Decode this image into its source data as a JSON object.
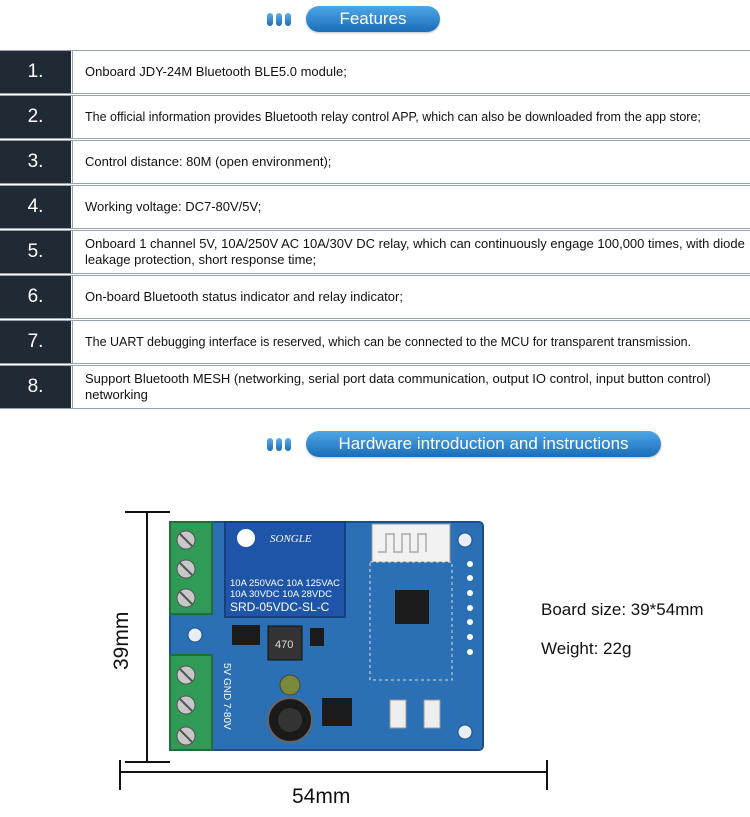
{
  "features": {
    "title": "Features",
    "items": [
      {
        "num": "1.",
        "text": "Onboard JDY-24M Bluetooth BLE5.0 module;"
      },
      {
        "num": "2.",
        "text": "The official information provides Bluetooth relay control APP, which can also be downloaded from the app store;"
      },
      {
        "num": "3.",
        "text": "Control distance: 80M (open environment);"
      },
      {
        "num": "4.",
        "text": "Working voltage: DC7-80V/5V;"
      },
      {
        "num": "5.",
        "text": "Onboard 1 channel 5V, 10A/250V AC 10A/30V DC relay, which can continuously engage 100,000 times, with diode leakage protection, short response time;"
      },
      {
        "num": "6.",
        "text": "On-board Bluetooth status indicator and relay indicator;"
      },
      {
        "num": "7.",
        "text": "The UART debugging interface is reserved, which can be connected to the MCU for transparent transmission."
      },
      {
        "num": "8.",
        "text": "Support Bluetooth MESH (networking, serial port data communication, output IO control, input button control) networking"
      }
    ]
  },
  "hardware": {
    "title": "Hardware introduction and instructions",
    "board_size": "Board size: 39*54mm",
    "weight": "Weight: 22g",
    "height_dim": "39mm",
    "width_dim": "54mm",
    "board_labels": {
      "relay_brand": "SONGLE",
      "relay_spec1": "10A 250VAC  10A 125VAC",
      "relay_spec2": "10A  30VDC  10A  28VDC",
      "relay_model": "SRD-05VDC-SL-C",
      "inductor": "470",
      "power_pins": "5V GND 7-80V"
    }
  },
  "colors": {
    "accent": "#1a6db7",
    "number_cell": "#1f2a35",
    "pcb": "#2b6fb5",
    "terminal": "#2f9b56"
  }
}
